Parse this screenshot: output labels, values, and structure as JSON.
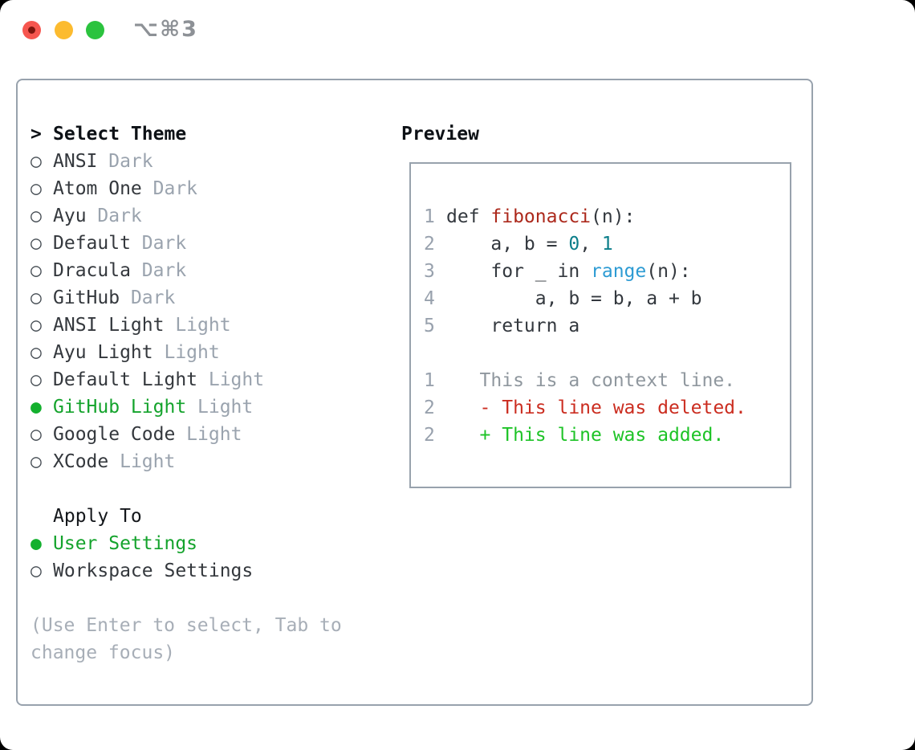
{
  "titlebar": {
    "title": "⌥⌘3",
    "buttons": [
      "close",
      "minimize",
      "maximize"
    ]
  },
  "icons": {
    "prompt": ">",
    "radio_selected": "●",
    "radio_unselected": "○"
  },
  "colors": {
    "selected_green": "#14a32c",
    "radio_green": "#13b02e",
    "tag_gray": "#9aa3ae",
    "dark": "#33383e",
    "red": "#ac291c",
    "teal": "#0b7e8a",
    "blue": "#2d9bd3",
    "gray": "#8f979e",
    "diffred": "#cb2d20",
    "diffgreen": "#1ec327",
    "linenum": "#98a1ad",
    "border": "#98a2ad"
  },
  "theme_picker": {
    "prompt": ">",
    "title": "Select Theme",
    "items": [
      {
        "name": "ANSI",
        "tag": "Dark",
        "selected": false
      },
      {
        "name": "Atom One",
        "tag": "Dark",
        "selected": false
      },
      {
        "name": "Ayu",
        "tag": "Dark",
        "selected": false
      },
      {
        "name": "Default",
        "tag": "Dark",
        "selected": false
      },
      {
        "name": "Dracula",
        "tag": "Dark",
        "selected": false
      },
      {
        "name": "GitHub",
        "tag": "Dark",
        "selected": false
      },
      {
        "name": "ANSI Light",
        "tag": "Light",
        "selected": false
      },
      {
        "name": "Ayu Light",
        "tag": "Light",
        "selected": false
      },
      {
        "name": "Default Light",
        "tag": "Light",
        "selected": false
      },
      {
        "name": "GitHub Light",
        "tag": "Light",
        "selected": true
      },
      {
        "name": "Google Code",
        "tag": "Light",
        "selected": false
      },
      {
        "name": "XCode",
        "tag": "Light",
        "selected": false
      }
    ]
  },
  "apply_to": {
    "title": "Apply To",
    "items": [
      {
        "name": "User Settings",
        "selected": true
      },
      {
        "name": "Workspace Settings",
        "selected": false
      }
    ]
  },
  "hint": "(Use Enter to select, Tab to change focus)",
  "preview": {
    "title": "Preview",
    "lines": [
      {
        "num": "1",
        "tokens": [
          {
            "t": "def ",
            "c": "dark"
          },
          {
            "t": "fibonacci",
            "c": "red"
          },
          {
            "t": "(n):",
            "c": "dark"
          }
        ]
      },
      {
        "num": "2",
        "tokens": [
          {
            "t": "    a, b = ",
            "c": "dark"
          },
          {
            "t": "0",
            "c": "teal"
          },
          {
            "t": ", ",
            "c": "dark"
          },
          {
            "t": "1",
            "c": "teal"
          }
        ]
      },
      {
        "num": "3",
        "tokens": [
          {
            "t": "    for _ in ",
            "c": "dark"
          },
          {
            "t": "range",
            "c": "blue"
          },
          {
            "t": "(n):",
            "c": "dark"
          }
        ]
      },
      {
        "num": "4",
        "tokens": [
          {
            "t": "        a, b = b, a + b",
            "c": "dark"
          }
        ]
      },
      {
        "num": "5",
        "tokens": [
          {
            "t": "    return a",
            "c": "dark"
          }
        ]
      },
      {
        "num": "",
        "tokens": []
      },
      {
        "num": "1",
        "tokens": [
          {
            "t": "   This is a context line.",
            "c": "gray"
          }
        ]
      },
      {
        "num": "2",
        "tokens": [
          {
            "t": "   - This line was deleted.",
            "c": "diffred"
          }
        ]
      },
      {
        "num": "2",
        "tokens": [
          {
            "t": "   + This line was added.",
            "c": "diffgreen"
          }
        ]
      }
    ]
  }
}
